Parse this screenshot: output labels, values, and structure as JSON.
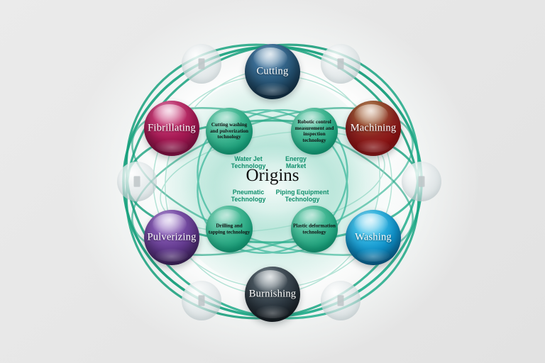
{
  "diagram": {
    "title": "Origins",
    "center_label": "Origins",
    "background_color": "#e9e9e9",
    "accent_color": "#11997a",
    "center_text_color": "#0f8f6c"
  },
  "center_terms": [
    {
      "label": "Water Jet\nTechnology",
      "position": "top-left"
    },
    {
      "label": "Energy\nMarket",
      "position": "top-right"
    },
    {
      "label": "Pneumatic\nTechnology",
      "position": "bottom-left"
    },
    {
      "label": "Piping Equipment\nTechnology",
      "position": "bottom-right"
    }
  ],
  "inner_bubbles": [
    {
      "label": "Cutting\nwashing and\npulverization\ntechnology",
      "name": "cutting-washing-pulverization"
    },
    {
      "label": "Robotic control\nmeasurement\nand inspection\ntechnology",
      "name": "robotic-control-measurement"
    },
    {
      "label": "Drilling and\ntapping\ntechnology",
      "name": "drilling-tapping"
    },
    {
      "label": "Plastic\ndeformation\ntechnology",
      "name": "plastic-deformation"
    }
  ],
  "outer_nodes": [
    {
      "label": "Cutting",
      "color": "#2a4f73",
      "name": "cutting"
    },
    {
      "label": "Machining",
      "color": "#9e1f22",
      "name": "machining"
    },
    {
      "label": "Washing",
      "color": "#14a0d6",
      "name": "washing"
    },
    {
      "label": "Burnishing",
      "color": "#2f3a44",
      "name": "burnishing"
    },
    {
      "label": "Pulverizing",
      "color": "#6b3a96",
      "name": "pulverizing"
    },
    {
      "label": "Fibrillating",
      "color": "#b7145e",
      "name": "fibrillating"
    }
  ],
  "ghost_nodes": [
    {
      "name": "ghost-node-upper-left"
    },
    {
      "name": "ghost-node-upper-right"
    },
    {
      "name": "ghost-node-left"
    },
    {
      "name": "ghost-node-right"
    },
    {
      "name": "ghost-node-lower-left"
    },
    {
      "name": "ghost-node-lower-right"
    }
  ]
}
